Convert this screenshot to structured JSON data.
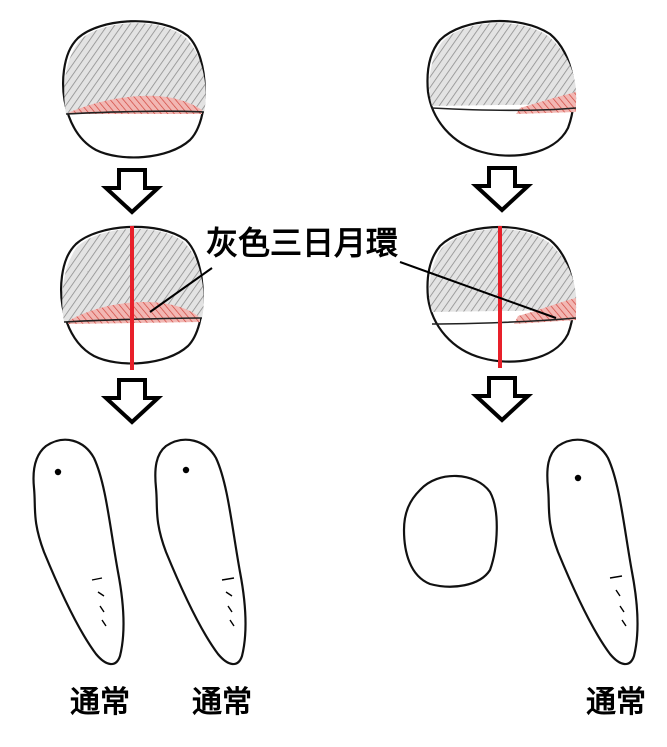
{
  "labels": {
    "gray_crescent": "灰色三日月環",
    "normal_1": "通常",
    "normal_2": "通常",
    "normal_3": "通常"
  },
  "colors": {
    "cut_line": "#e8202a",
    "gray_crescent": "#e89a95",
    "hatch": "#9a9a9a"
  }
}
